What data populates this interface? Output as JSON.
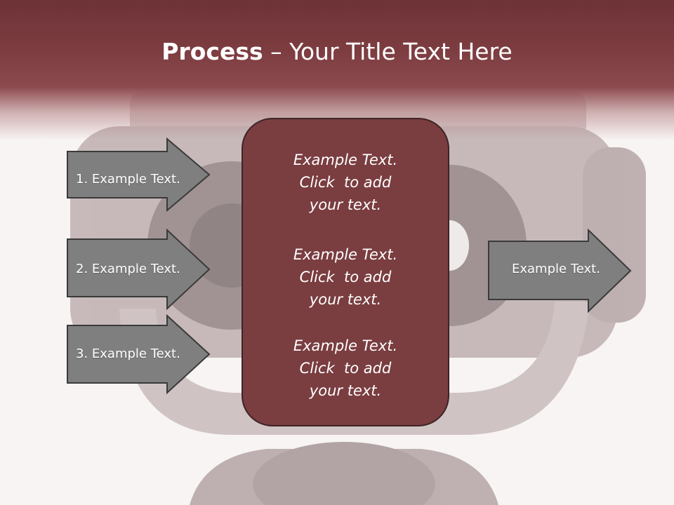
{
  "slide": {
    "title_bold": "Process",
    "title_dash": " – ",
    "title_rest": "Your Title Text Here",
    "inputs": [
      {
        "label": "1. Example Text."
      },
      {
        "label": "2. Example Text."
      },
      {
        "label": "3. Example Text."
      }
    ],
    "center_blocks": [
      {
        "line1": "Example Text.",
        "line2": "Click  to add",
        "line3": "your text."
      },
      {
        "line1": "Example Text.",
        "line2": "Click  to add",
        "line3": "your text."
      },
      {
        "line1": "Example Text.",
        "line2": "Click  to add",
        "line3": "your text."
      }
    ],
    "output": {
      "label": "Example Text."
    }
  },
  "colors": {
    "title_band": "#7c3c40",
    "center_box": "#7a3d40",
    "arrow_fill": "#808080",
    "text": "#ffffff"
  },
  "icons": {
    "background": "coin-operated-binoculars-photo"
  }
}
